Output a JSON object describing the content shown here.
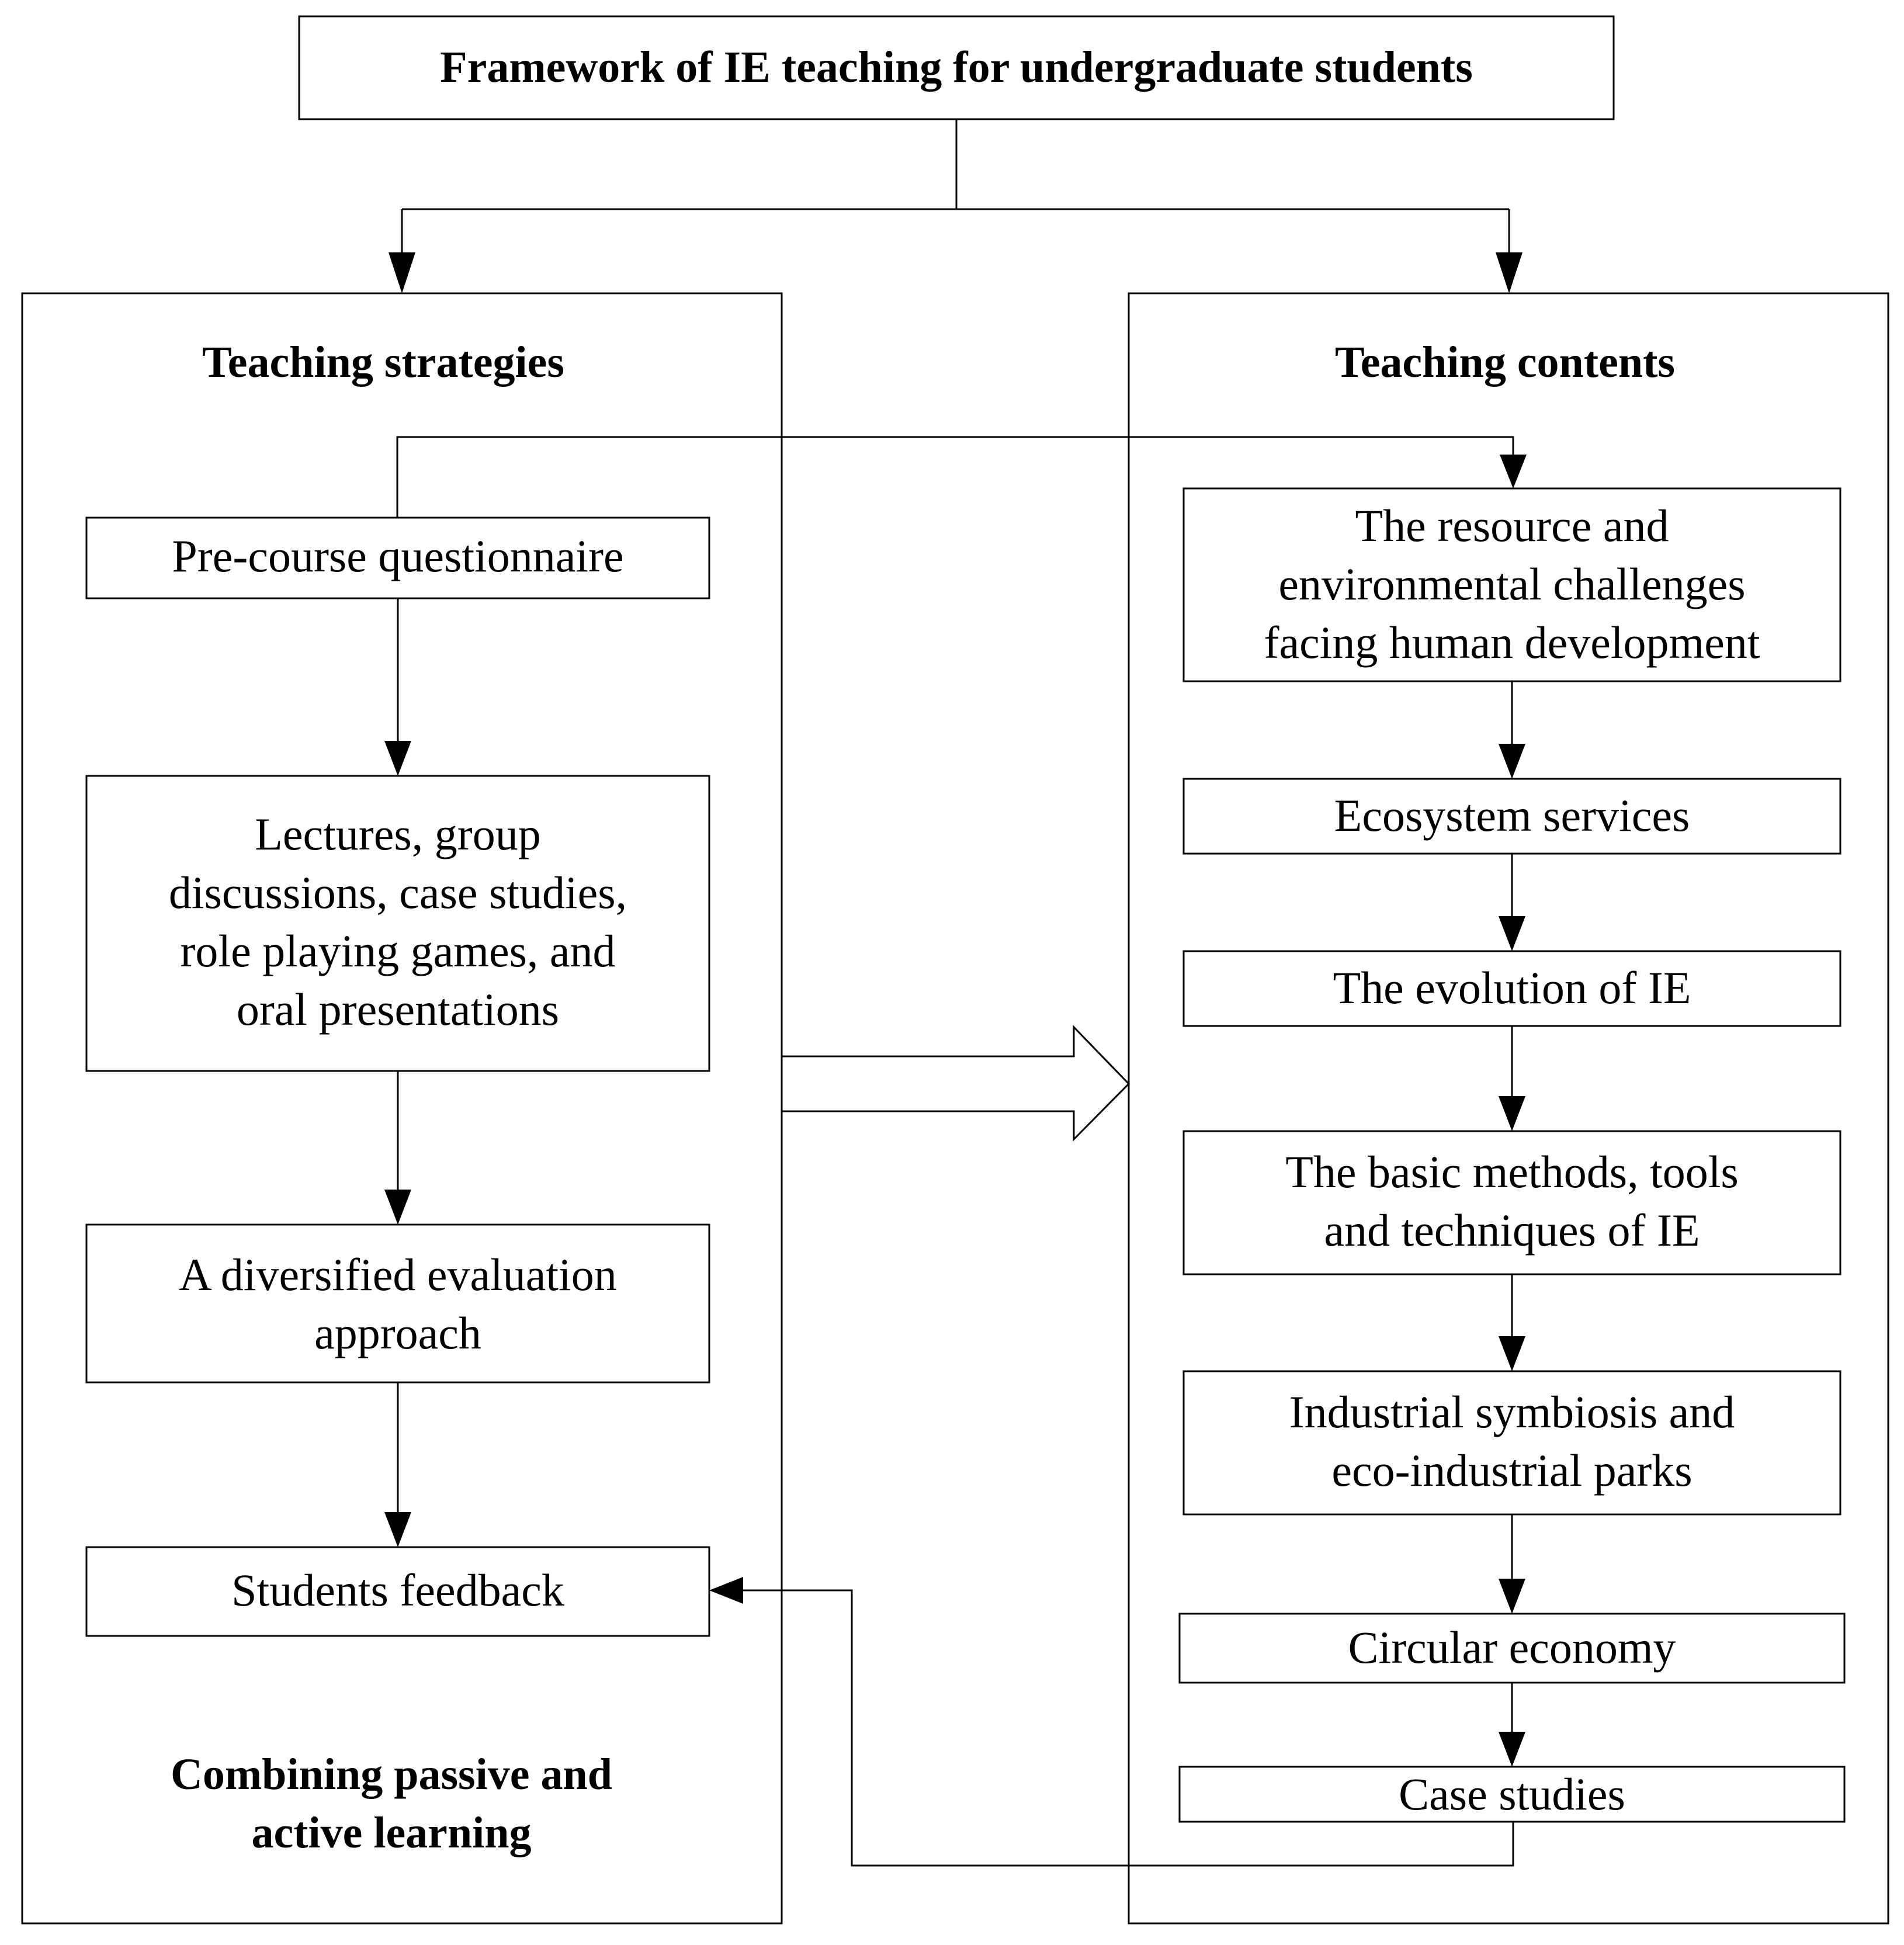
{
  "title": "Framework of IE teaching for undergraduate students",
  "strategies": {
    "heading": "Teaching strategies",
    "steps": [
      [
        "Pre-course questionnaire"
      ],
      [
        "Lectures, group",
        "discussions, case studies,",
        "role playing games, and",
        "oral presentations"
      ],
      [
        "A diversified evaluation",
        "approach"
      ],
      [
        "Students feedback"
      ]
    ],
    "footer": [
      "Combining passive and",
      "active learning"
    ]
  },
  "contents": {
    "heading": "Teaching contents",
    "steps": [
      [
        "The resource and",
        "environmental challenges",
        "facing human development"
      ],
      [
        "Ecosystem services"
      ],
      [
        "The evolution of IE"
      ],
      [
        "The basic methods, tools",
        "and techniques of IE"
      ],
      [
        "Industrial symbiosis and",
        "eco-industrial parks"
      ],
      [
        "Circular economy"
      ],
      [
        "Case studies"
      ]
    ]
  }
}
